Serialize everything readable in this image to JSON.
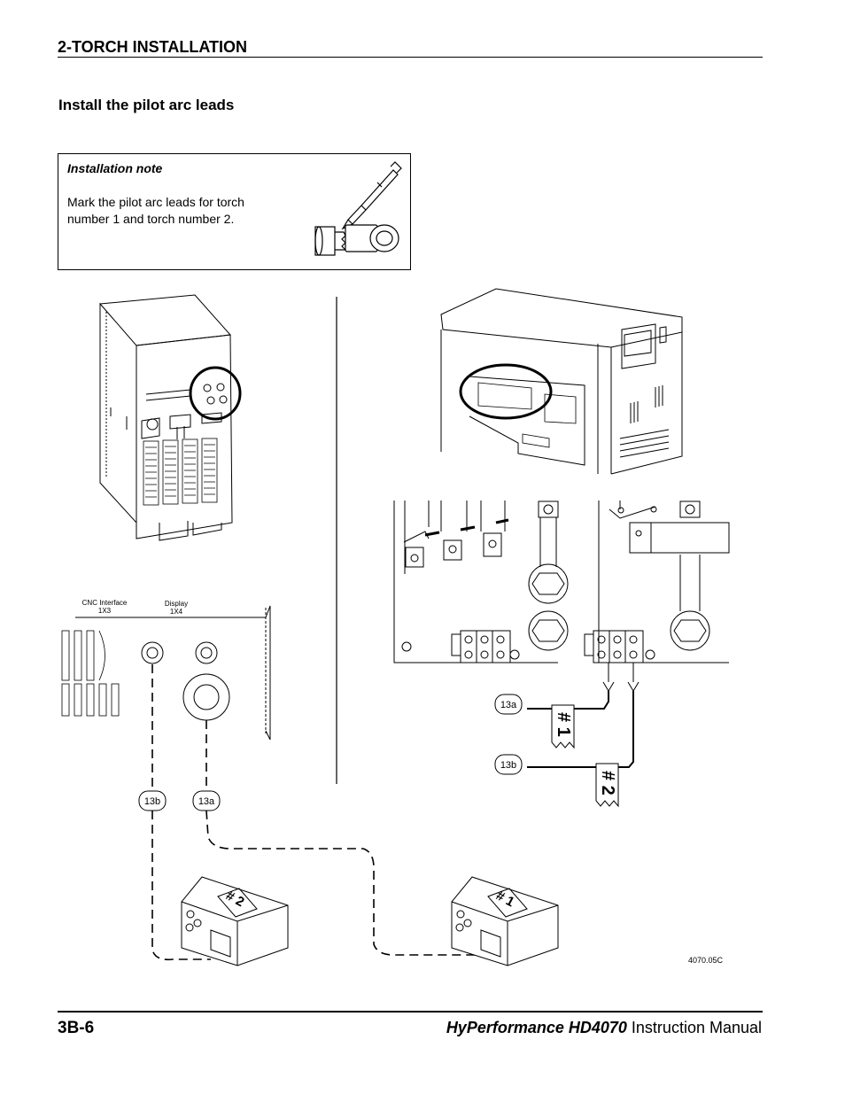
{
  "header": {
    "section_title": "2-TORCH INSTALLATION"
  },
  "subtitle": "Install the pilot arc leads",
  "note": {
    "title": "Installation note",
    "text": "Mark the pilot arc leads for torch number 1 and torch number 2."
  },
  "figure": {
    "connector_labels": {
      "cnc_name": "CNC Interface",
      "cnc_id": "1X3",
      "display_name": "Display",
      "display_id": "1X4"
    },
    "callouts": {
      "a": "13a",
      "b": "13b"
    },
    "tags": {
      "torch1": "# 1",
      "torch2": "# 2"
    },
    "figure_id": "4070.05C"
  },
  "footer": {
    "page_number": "3B-6",
    "product": "HyPerformance HD4070",
    "manual_suffix": " Instruction Manual"
  }
}
